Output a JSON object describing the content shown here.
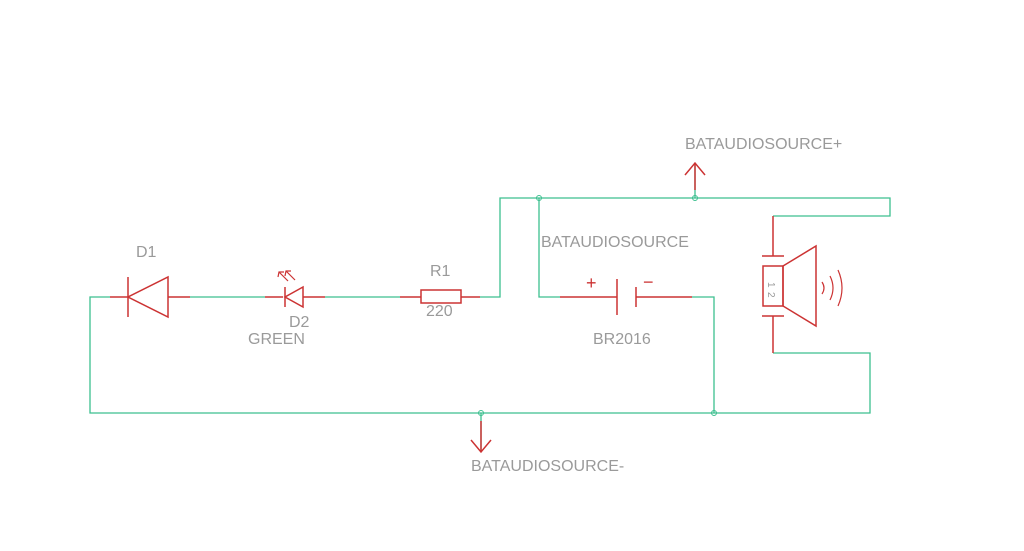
{
  "colors": {
    "wire": "#3cbf8f",
    "component": "#cc3333",
    "label": "#9a9a9a",
    "background": "#ffffff"
  },
  "nets": {
    "source_plus": "BATAUDIOSOURCE+",
    "source": "BATAUDIOSOURCE",
    "source_minus": "BATAUDIOSOURCE-"
  },
  "components": {
    "d1": {
      "name": "D1"
    },
    "d2": {
      "name": "D2",
      "value": "GREEN"
    },
    "r1": {
      "name": "R1",
      "value": "220"
    },
    "battery": {
      "value": "BR2016",
      "plus": "+",
      "minus": "−"
    },
    "speaker": {
      "pin1": "1",
      "pin2": "2"
    }
  }
}
